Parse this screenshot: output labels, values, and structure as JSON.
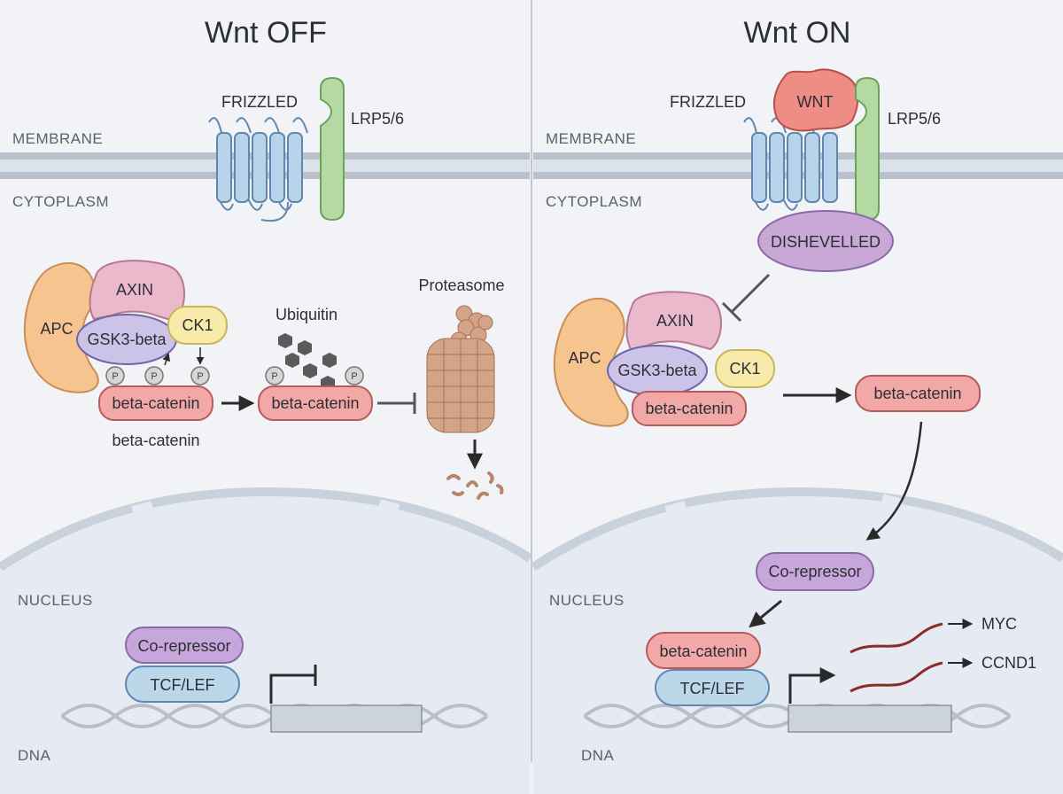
{
  "panels": {
    "off": {
      "title": "Wnt OFF",
      "membrane": "MEMBRANE",
      "cytoplasm": "CYTOPLASM",
      "nucleus": "NUCLEUS",
      "dna": "DNA",
      "frizzled": "FRIZZLED",
      "lrp": "LRP5/6",
      "apc": "APC",
      "axin": "AXIN",
      "gsk3": "GSK3-beta",
      "ck1": "CK1",
      "phospho": "P",
      "beta_catenin_complex": "beta-catenin",
      "beta_catenin_caption": "beta-catenin",
      "ubiquitin": "Ubiquitin",
      "beta_catenin_ub": "beta-catenin",
      "proteasome": "Proteasome",
      "corepressor": "Co-repressor",
      "tcf_lef": "TCF/LEF"
    },
    "on": {
      "title": "Wnt ON",
      "membrane": "MEMBRANE",
      "cytoplasm": "CYTOPLASM",
      "nucleus": "NUCLEUS",
      "dna": "DNA",
      "frizzled": "FRIZZLED",
      "wnt": "WNT",
      "lrp": "LRP5/6",
      "dishevelled": "DISHEVELLED",
      "apc": "APC",
      "axin": "AXIN",
      "gsk3": "GSK3-beta",
      "ck1": "CK1",
      "beta_catenin_complex": "beta-catenin",
      "beta_catenin_free": "beta-catenin",
      "corepressor": "Co-repressor",
      "beta_catenin_nuclear": "beta-catenin",
      "tcf_lef": "TCF/LEF",
      "gene1": "MYC",
      "gene2": "CCND1"
    }
  },
  "colors": {
    "background": "#f1f3f6",
    "membrane": "#c9d1da",
    "nucleus": "#e6eaf2",
    "frizzled": "#b8d4ea",
    "lrp": "#b5d9a2",
    "wnt": "#ee8c86",
    "dishevelled": "#c9a8d8",
    "apc": "#f6c48f",
    "axin": "#eab9cb",
    "gsk3": "#cbc4e8",
    "ck1": "#f8eaa8",
    "beta_catenin": "#f1a8a6",
    "corepressor": "#c7a7db",
    "tcf_lef": "#bcd7ea",
    "proteasome": "#d3a488",
    "ubiquitin": "#5a5a5a",
    "mrna": "#8b2c2c",
    "gene_box": "#cdd3db"
  }
}
